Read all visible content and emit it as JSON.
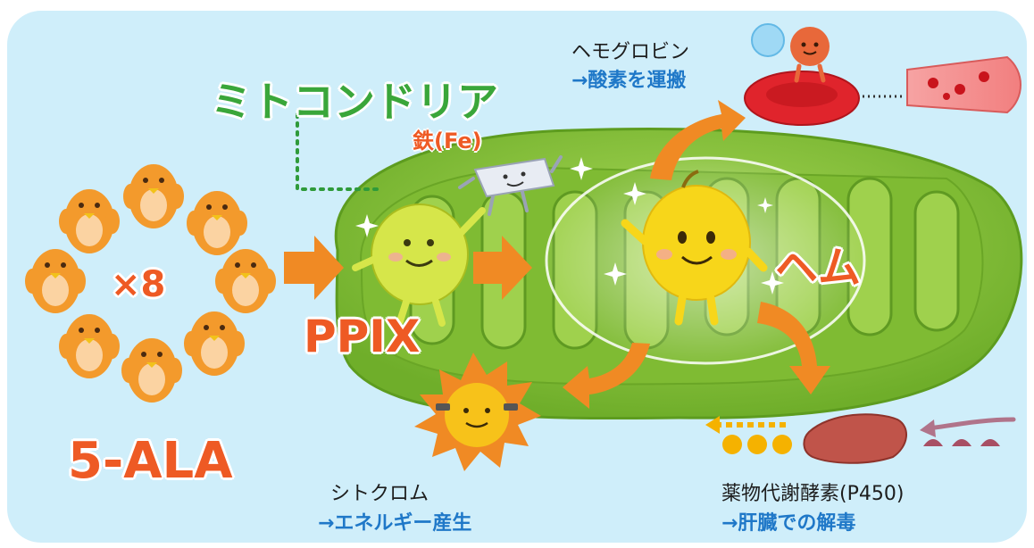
{
  "labels": {
    "mitochondria": "ミトコンドリア",
    "iron": "鉄(Fe)",
    "hemoglobin": "ヘモグロビン",
    "oxygen": "→酸素を運搬",
    "times8": "×8",
    "ppix": "PPIX",
    "heme": "ヘム",
    "ala": "5-ALA",
    "cytochrome": "シトクロム",
    "energy": "→エネルギー産生",
    "p450": "薬物代謝酵素(P450)",
    "detox": "→肝臓での解毒"
  },
  "colors": {
    "background": "#cfeefa",
    "mitochondria": "#8cc63f",
    "ala_character": "#f39a2c",
    "ppix_character": "#d6e64a",
    "heme_character": "#f7d61a",
    "arrow": "#f08a24",
    "red_blood_cell": "#e0242c",
    "liver": "#c0544a"
  }
}
